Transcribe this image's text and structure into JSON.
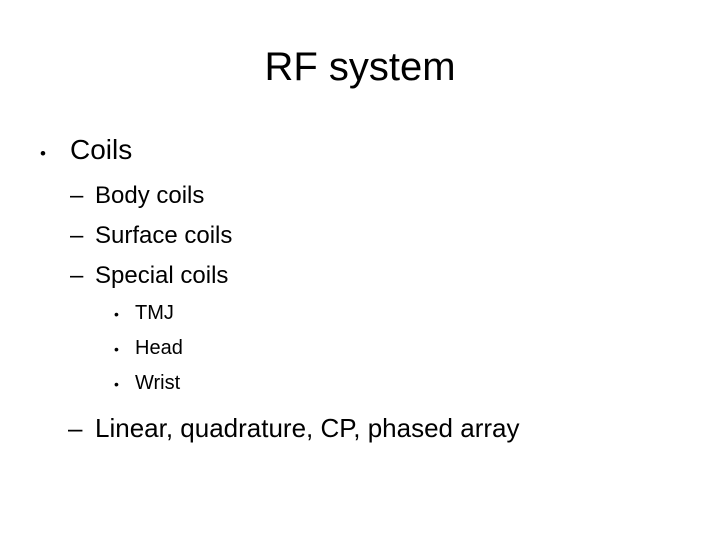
{
  "slide": {
    "title": "RF system",
    "background_color": "#ffffff",
    "text_color": "#000000",
    "outline": [
      {
        "level": 1,
        "bullet": "•",
        "bullet_icon": "disc-bullet-icon",
        "text": "Coils"
      },
      {
        "level": 2,
        "bullet": "–",
        "bullet_icon": "dash-bullet-icon",
        "text": "Body coils"
      },
      {
        "level": 2,
        "bullet": "–",
        "bullet_icon": "dash-bullet-icon",
        "text": "Surface coils"
      },
      {
        "level": 2,
        "bullet": "–",
        "bullet_icon": "dash-bullet-icon",
        "text": "Special coils"
      },
      {
        "level": 3,
        "bullet": "•",
        "bullet_icon": "disc-bullet-icon",
        "text": "TMJ"
      },
      {
        "level": 3,
        "bullet": "•",
        "bullet_icon": "disc-bullet-icon",
        "text": "Head"
      },
      {
        "level": 3,
        "bullet": "•",
        "bullet_icon": "disc-bullet-icon",
        "text": "Wrist"
      },
      {
        "level": 2,
        "bullet": "–",
        "bullet_icon": "dash-bullet-icon",
        "text": "Linear, quadrature, CP, phased array"
      }
    ]
  }
}
